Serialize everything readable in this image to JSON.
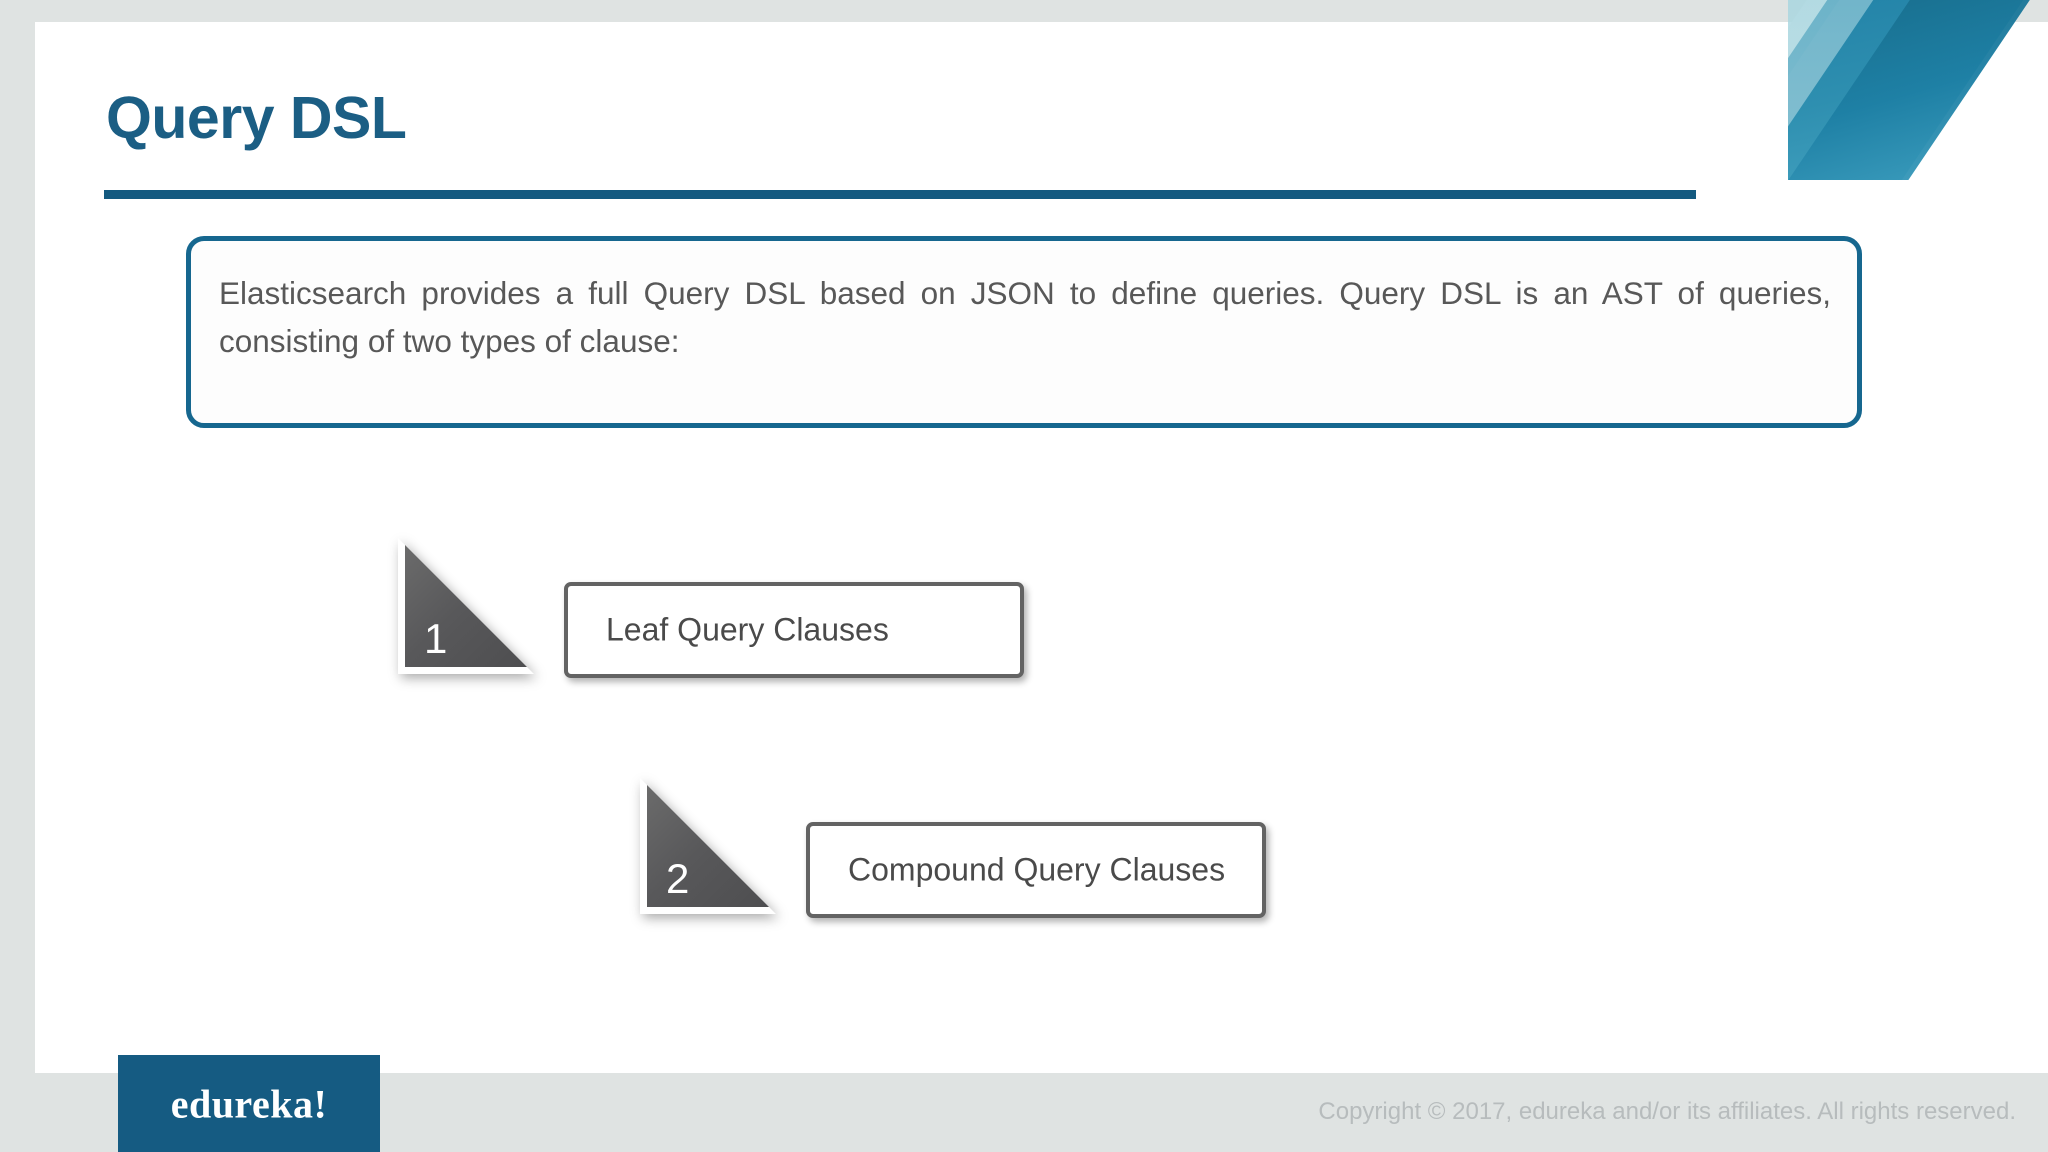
{
  "slide": {
    "title": "Query DSL",
    "intro_paragraph": "Elasticsearch provides a full Query DSL based on JSON to define queries. Query DSL is an AST of queries, consisting of two types of clause:",
    "items": [
      {
        "number": "1",
        "label": "Leaf Query Clauses"
      },
      {
        "number": "2",
        "label": "Compound Query Clauses"
      }
    ]
  },
  "footer": {
    "logo_text": "edureka!",
    "copyright": "Copyright © 2017, edureka and/or its affiliates. All rights reserved."
  },
  "colors": {
    "brand_blue": "#155b82",
    "title_blue": "#1b5e84",
    "rule_blue": "#145a80",
    "box_border": "#16678f",
    "body_text": "#585858",
    "triangle_gray": "#58585a",
    "plate_border": "#636363",
    "canvas_gray": "#dfe3e2",
    "copyright_gray": "#b7bcbd"
  }
}
